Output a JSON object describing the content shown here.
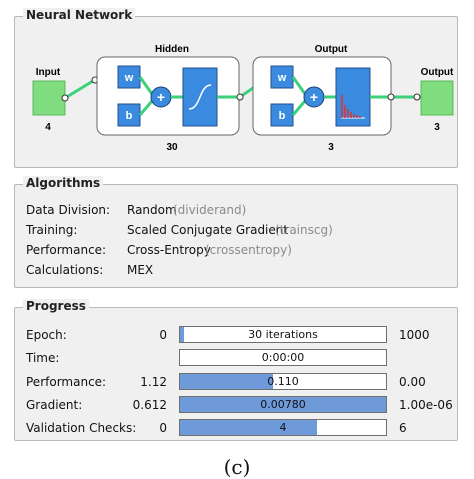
{
  "network": {
    "group_title": "Neural Network",
    "input_label": "Input",
    "input_size": "4",
    "hidden_label": "Hidden",
    "hidden_size": "30",
    "output_layer_label": "Output",
    "output_layer_size": "3",
    "output_label": "Output",
    "output_size": "3",
    "w_label": "w",
    "b_label": "b",
    "plus": "+"
  },
  "algorithms": {
    "group_title": "Algorithms",
    "rows": [
      {
        "label": "Data Division:",
        "value": "Random",
        "detail": "(dividerand)"
      },
      {
        "label": "Training:",
        "value": "Scaled Conjugate Gradient",
        "detail": "(trainscg)"
      },
      {
        "label": "Performance:",
        "value": "Cross-Entropy",
        "detail": "(crossentropy)"
      },
      {
        "label": "Calculations:",
        "value": "MEX",
        "detail": ""
      }
    ]
  },
  "progress": {
    "group_title": "Progress",
    "rows": [
      {
        "label": "Epoch:",
        "start": "0",
        "bar_text": "30 iterations",
        "end": "1000",
        "fill": 0.02
      },
      {
        "label": "Time:",
        "start": "",
        "bar_text": "0:00:00",
        "end": "",
        "fill": 0
      },
      {
        "label": "Performance:",
        "start": "1.12",
        "bar_text": "0.110",
        "end": "0.00",
        "fill": 0.45
      },
      {
        "label": "Gradient:",
        "start": "0.612",
        "bar_text": "0.00780",
        "end": "1.00e-06",
        "fill": 1.0
      },
      {
        "label": "Validation Checks:",
        "start": "0",
        "bar_text": "4",
        "end": "6",
        "fill": 0.6667
      }
    ]
  },
  "caption": "(c)",
  "colors": {
    "fill": "#6f9ad9",
    "node": "#3a8be0",
    "io": "#7fdc7f",
    "wire": "#3ad17a"
  }
}
